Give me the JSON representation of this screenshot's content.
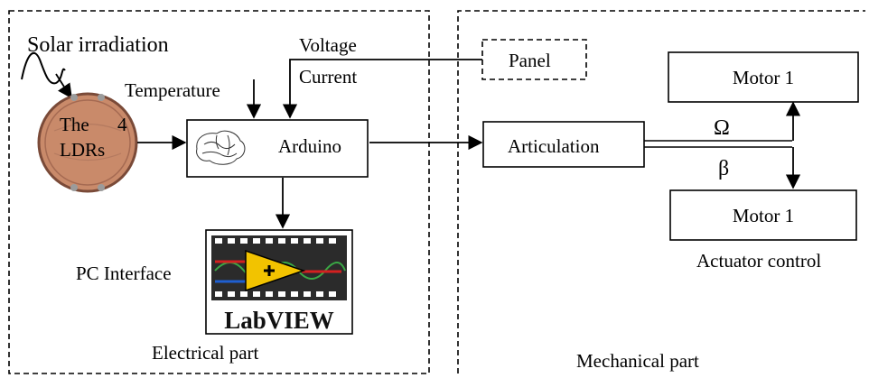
{
  "labels": {
    "solar_irradiation": "Solar irradiation",
    "temperature": "Temperature",
    "voltage": "Voltage",
    "current": "Current",
    "ldr_the": "The",
    "ldr_4": "4",
    "ldr_ldrs": "LDRs",
    "arduino": "Arduino",
    "panel": "Panel",
    "articulation": "Articulation",
    "motor_top": "Motor 1",
    "motor_bottom": "Motor 1",
    "omega": "Ω",
    "beta": "β",
    "actuator_control": "Actuator control",
    "pc_interface": "PC Interface",
    "labview_logo_text": "LabVIEW",
    "electrical_part": "Electrical part",
    "mechanical_part": "Mechanical part"
  },
  "colors": {
    "line": "#000000",
    "ldr_disc": "#c98a6a",
    "ldr_rim": "#7a4a38",
    "logo_yellow": "#f2c300",
    "logo_red": "#d42020",
    "logo_blue": "#1f5fd0",
    "logo_green": "#3aa845"
  },
  "icons": [
    "brain-icon",
    "labview-logo",
    "ldr-sensor-icon",
    "irradiation-wave-icon"
  ]
}
